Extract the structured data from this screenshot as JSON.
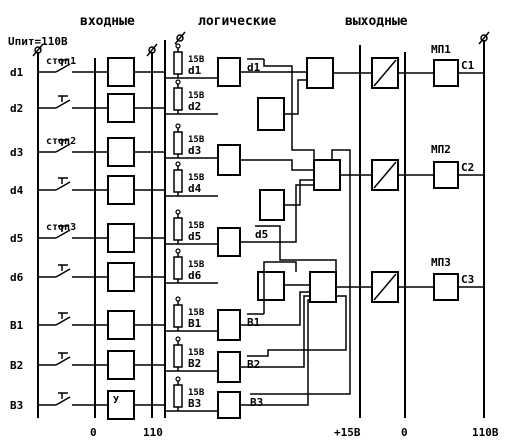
{
  "headers": {
    "inputs": "входные",
    "logic": "логические",
    "outputs": "выходные"
  },
  "supply_label": "Uпит=110В",
  "input_labels": [
    "d1",
    "d2",
    "d3",
    "d4",
    "d5",
    "d6",
    "В1",
    "В2",
    "В3"
  ],
  "switch_labels": [
    "стоп1",
    "",
    "стоп2",
    "",
    "стоп3",
    "",
    "",
    "",
    ""
  ],
  "module_v": "15В",
  "logic_names": [
    "d1",
    "d2",
    "d3",
    "d4",
    "d5",
    "d6",
    "В1",
    "В2",
    "В3"
  ],
  "inv_labels": {
    "d1": "d1",
    "d5": "d5",
    "b1": "В1",
    "b2": "В2",
    "b3": "В3"
  },
  "starters": [
    "МП1",
    "МП2",
    "МП3"
  ],
  "coils": [
    "С1",
    "С2",
    "С3"
  ],
  "bottom_labels": {
    "zero1": "0",
    "v110a": "110",
    "v15": "+15В",
    "zero2": "0",
    "v110b": "110В"
  },
  "bus_label": "У"
}
